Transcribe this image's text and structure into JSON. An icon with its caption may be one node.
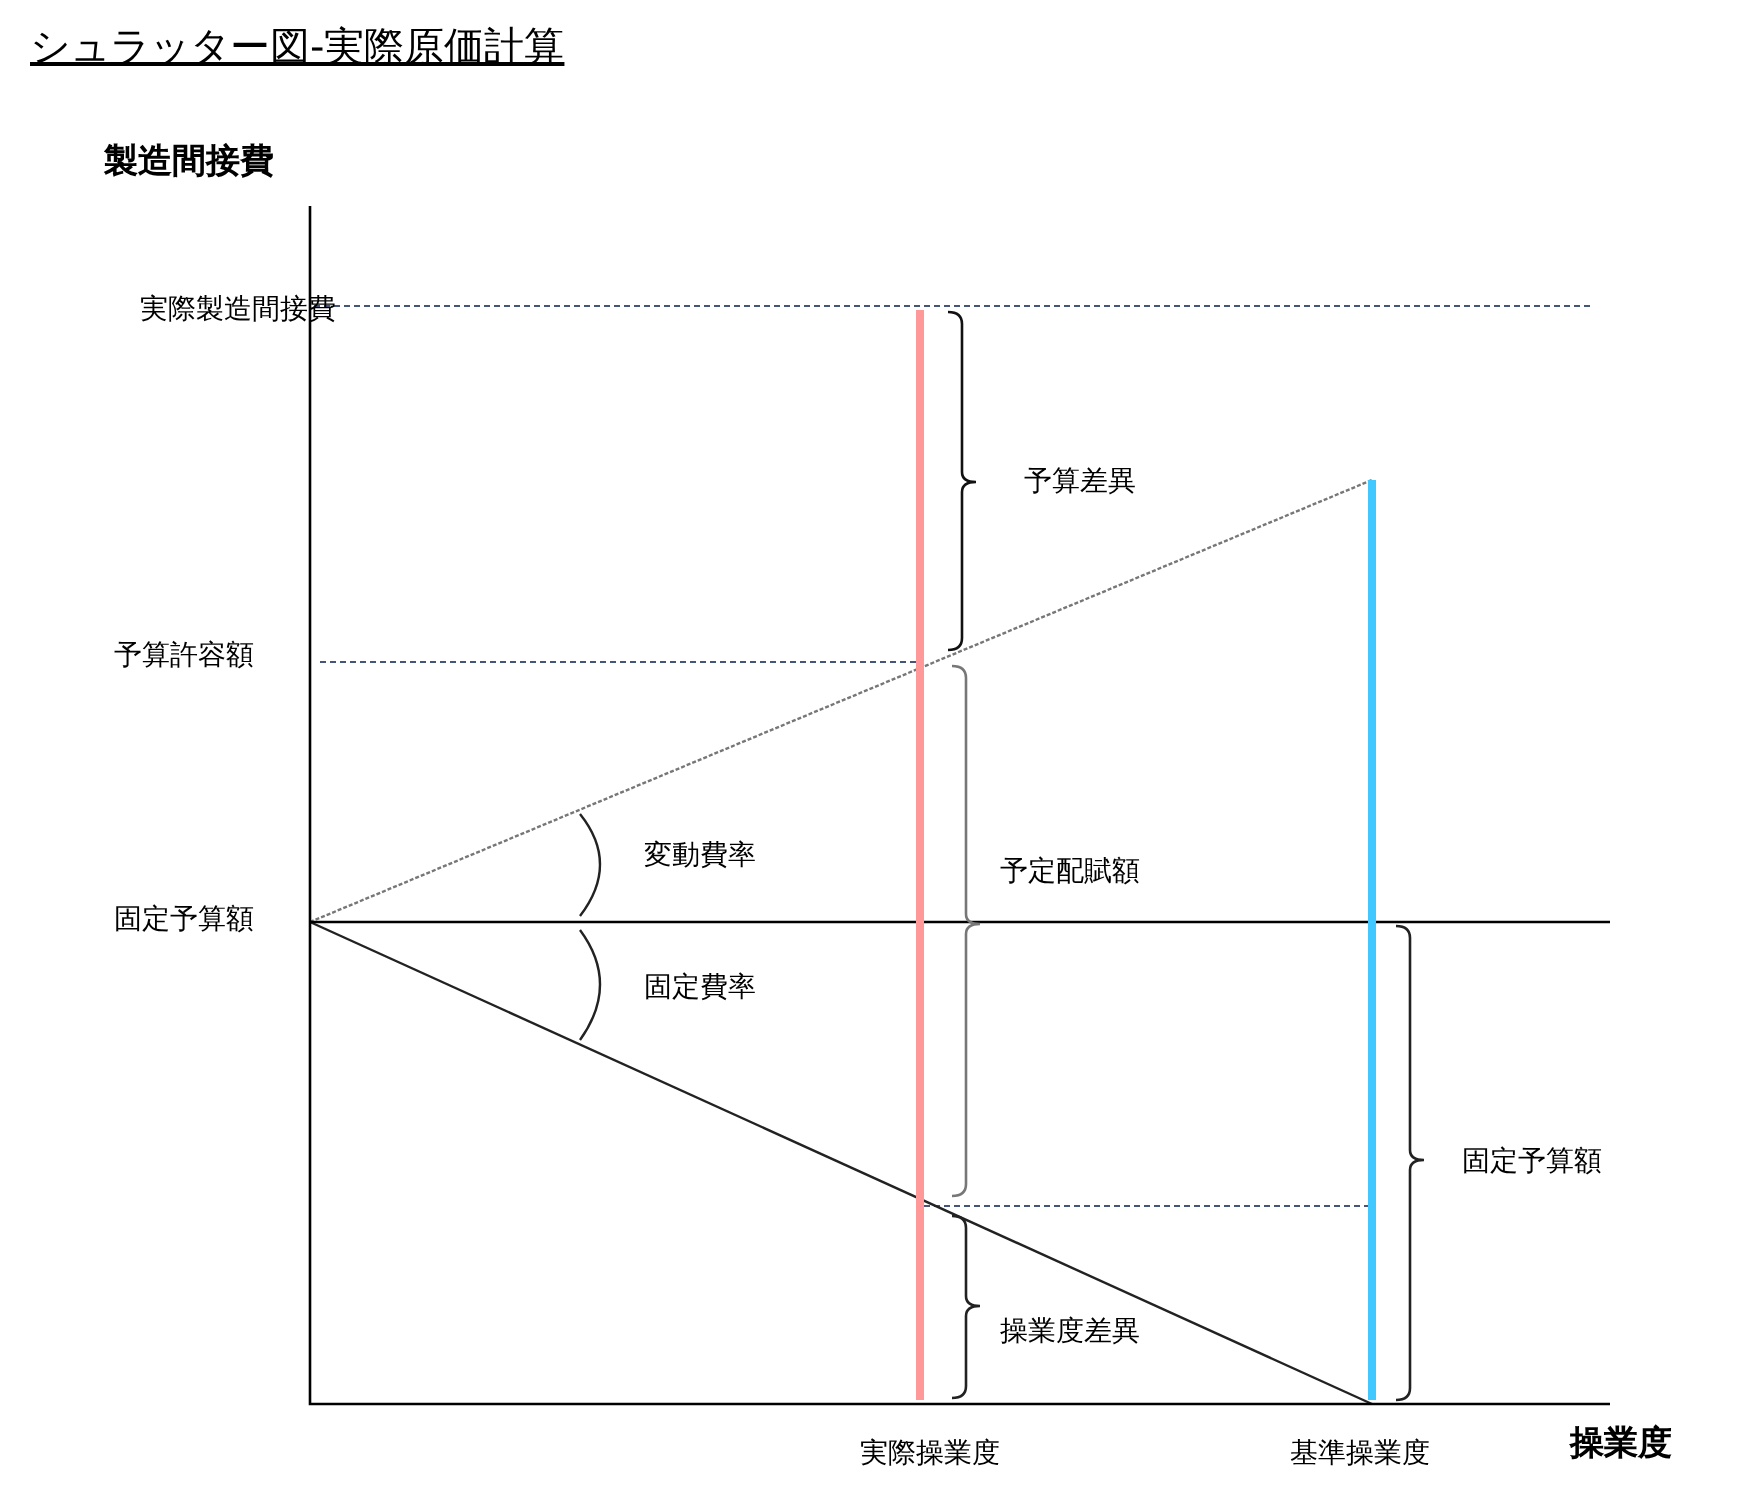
{
  "diagram": {
    "title": "シュラッター図-実際原価計算",
    "labels": [
      "製造間接費",
      "実際製造間接費",
      "予算差異",
      "予算許容額",
      "変動費率",
      "予定配賦額",
      "固定予算額",
      "固定費率",
      "固定予算額",
      "操業度差異",
      "実際操業度",
      "基準操業度",
      "操業度"
    ]
  }
}
